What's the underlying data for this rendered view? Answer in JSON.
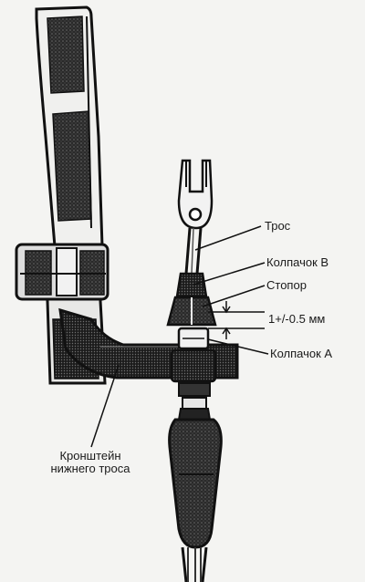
{
  "labels": {
    "cable": "Трос",
    "cap_b": "Колпачок В",
    "stopper": "Стопор",
    "gap": "1+/-0.5 мм",
    "cap_a": "Колпачок А",
    "bracket_line1": "Кронштейн",
    "bracket_line2": "нижнего троса"
  }
}
